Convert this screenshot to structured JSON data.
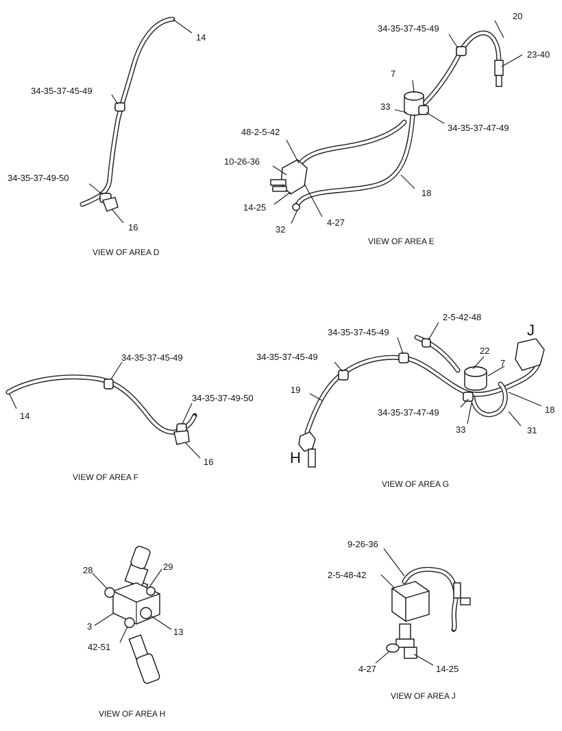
{
  "view_d": {
    "caption": "VIEW OF AREA D",
    "labels": {
      "l14": "14",
      "clampA": "34-35-37-45-49",
      "clampB": "34-35-37-49-50",
      "l16": "16"
    }
  },
  "view_e": {
    "caption": "VIEW OF AREA E",
    "labels": {
      "l20": "20",
      "clampTop": "34-35-37-45-49",
      "l2340": "23-40",
      "l7": "7",
      "l33": "33",
      "clampMid": "34-35-37-47-49",
      "l48": "48-2-5-42",
      "l10": "10-26-36",
      "l18": "18",
      "l1425": "14-25",
      "l427": "4-27",
      "l32": "32"
    }
  },
  "view_f": {
    "caption": "VIEW OF AREA F",
    "labels": {
      "clampA": "34-35-37-45-49",
      "clampB": "34-35-37-49-50",
      "l14": "14",
      "l16": "16"
    }
  },
  "view_g": {
    "caption": "VIEW OF AREA G",
    "labels": {
      "l2548": "2-5-42-48",
      "J": "J",
      "clampTop": "34-35-37-45-49",
      "l22": "22",
      "clampLeft": "34-35-37-45-49",
      "l7": "7",
      "l19": "19",
      "l18": "18",
      "clampBottom": "34-35-37-47-49",
      "l33": "33",
      "l31": "31",
      "H": "H"
    }
  },
  "view_h": {
    "caption": "VIEW OF AREA H",
    "labels": {
      "l28": "28",
      "l29": "29",
      "l3": "3",
      "l13": "13",
      "l4251": "42-51"
    }
  },
  "view_j": {
    "caption": "VIEW OF AREA J",
    "labels": {
      "l9": "9-26-36",
      "l2548": "2-5-48-42",
      "l427": "4-27",
      "l1425": "14-25"
    }
  }
}
